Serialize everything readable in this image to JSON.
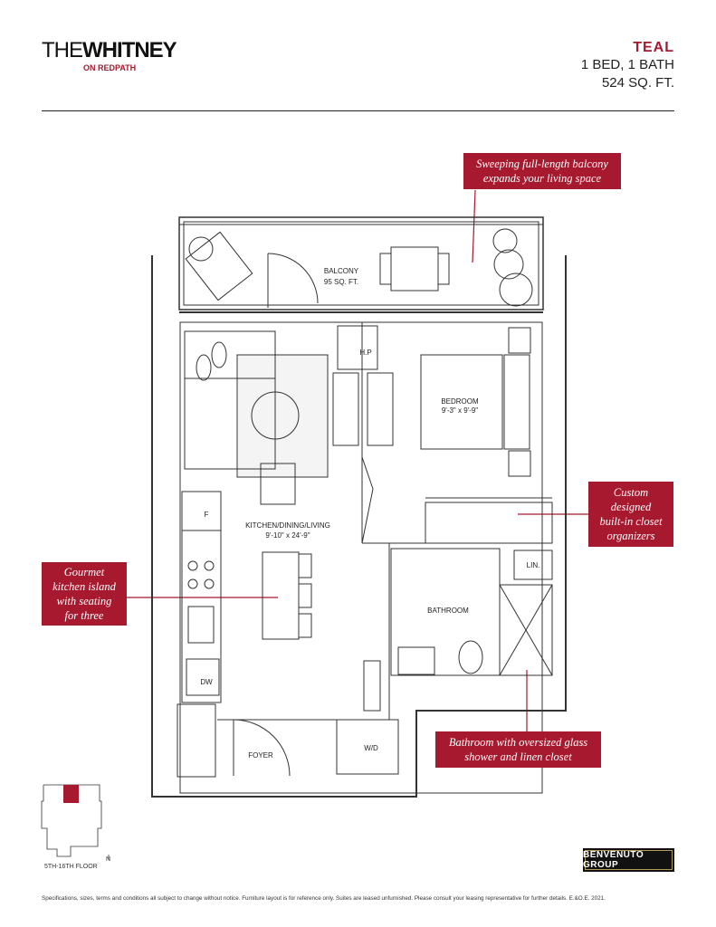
{
  "header": {
    "logo_the": "THE",
    "logo_whitney": "WHITNEY",
    "logo_sub": "ON REDPATH",
    "unit_name": "TEAL",
    "unit_beds": "1 BED, 1 BATH",
    "unit_area": "524 SQ. FT."
  },
  "callouts": {
    "balcony": [
      "Sweeping full-length balcony",
      "expands your living space"
    ],
    "closet": [
      "Custom",
      "designed",
      "built-in closet",
      "organizers"
    ],
    "kitchen": [
      "Gourmet",
      "kitchen island",
      "with seating",
      "for three"
    ],
    "bathroom": [
      "Bathroom with oversized glass",
      "shower and linen closet"
    ]
  },
  "rooms": {
    "balcony_name": "BALCONY",
    "balcony_area": "95 SQ. FT.",
    "bedroom_name": "BEDROOM",
    "bedroom_dims": "9'-3\" x 9'-9\"",
    "kitchen_name": "KITCHEN/DINING/LIVING",
    "kitchen_dims": "9'-10\" x 24'-9\"",
    "bathroom_name": "BATHROOM",
    "foyer_name": "FOYER",
    "fridge": "F",
    "heat_pump": "H.P",
    "dishwasher": "DW",
    "washer_dryer": "W/D",
    "linen": "LIN."
  },
  "keyplan": {
    "floor_label": "5TH-16TH FLOOR",
    "north": "N",
    "highlight_color": "#a6192e"
  },
  "footer": {
    "brand": "BENVENUTO GROUP",
    "disclaimer": "Specifications, sizes, terms and conditions all subject to change without notice. Furniture layout is for reference only. Suites are leased unfurnished. Please consult your leasing representative for further details. E.&O.E. 2021."
  },
  "colors": {
    "accent": "#a6192e"
  }
}
